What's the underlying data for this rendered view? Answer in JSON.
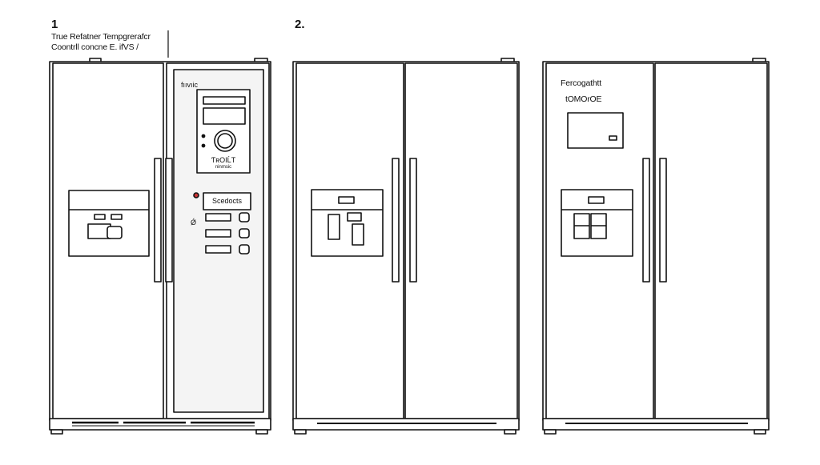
{
  "figure1": {
    "number": "1",
    "caption_line1": "True Refatner Tempgrerafcr",
    "caption_line2": "Coontrll concne E. ifVS /",
    "panel_brand": "fııvıic",
    "display_label": "ƬʀOIĹT",
    "display_sublabel": "ninmsic",
    "select_button": "Scedocts",
    "side_mark": "Ǿ"
  },
  "figure2": {
    "number": "2."
  },
  "figure3": {
    "panel_title": "Fercogathtt",
    "panel_subtitle": "tOMOrOE"
  },
  "colors": {
    "stroke": "#111111",
    "fill": "#ffffff",
    "indicator": "#cc3333",
    "panel_fill": "#f4f4f4"
  }
}
